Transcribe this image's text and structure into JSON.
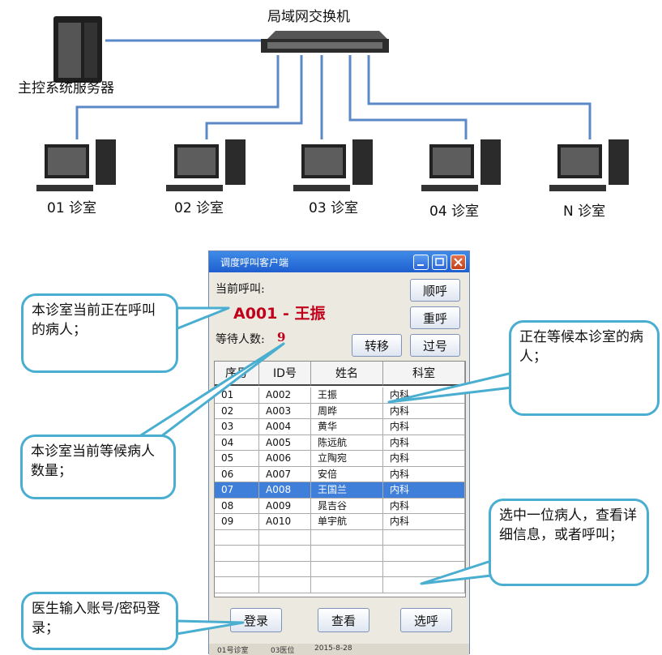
{
  "network": {
    "switch_label": "局域网交换机",
    "server_label": "主控系统服务器",
    "clinics": [
      "01 诊室",
      "02 诊室",
      "03 诊室",
      "04 诊室",
      "N  诊室"
    ]
  },
  "window": {
    "title": "调度呼叫客户端",
    "current_call_label": "当前呼叫:",
    "current_call_value": "A001 -  王振",
    "waiting_label": "等待人数:",
    "waiting_count": "9",
    "buttons": {
      "shunhu": "顺呼",
      "chonghu": "重呼",
      "zhuanyi": "转移",
      "guohao": "过号",
      "login": "登录",
      "view": "查看",
      "select_call": "选呼"
    },
    "table": {
      "headers": [
        "序号",
        "ID号",
        "姓名",
        "科室"
      ],
      "rows": [
        [
          "01",
          "A002",
          "王振",
          "内科"
        ],
        [
          "02",
          "A003",
          "周晔",
          "内科"
        ],
        [
          "03",
          "A004",
          "黄华",
          "内科"
        ],
        [
          "04",
          "A005",
          "陈远航",
          "内科"
        ],
        [
          "05",
          "A006",
          "立陶宛",
          "内科"
        ],
        [
          "06",
          "A007",
          "安倍",
          "内科"
        ],
        [
          "07",
          "A008",
          "王国兰",
          "内科"
        ],
        [
          "08",
          "A009",
          "晁吉谷",
          "内科"
        ],
        [
          "09",
          "A010",
          "单宇航",
          "内科"
        ]
      ],
      "selected_index": 6
    },
    "status": [
      "01号诊室",
      "03医位",
      "2015-8-28"
    ]
  },
  "callouts": {
    "current_patient": "本诊室当前正在呼叫的病人；",
    "waiting_patients": "正在等候本诊室的病人；",
    "waiting_count": "本诊室当前等候病人数量；",
    "select_patient": "选中一位病人，查看详细信息，或者呼叫；",
    "doctor_login": "医生输入账号/密码登录；"
  },
  "colors": {
    "accent": "#4aaed0",
    "link": "#5b88c6",
    "highlight": "#c0001a",
    "selected_row": "#3f7fd9"
  }
}
